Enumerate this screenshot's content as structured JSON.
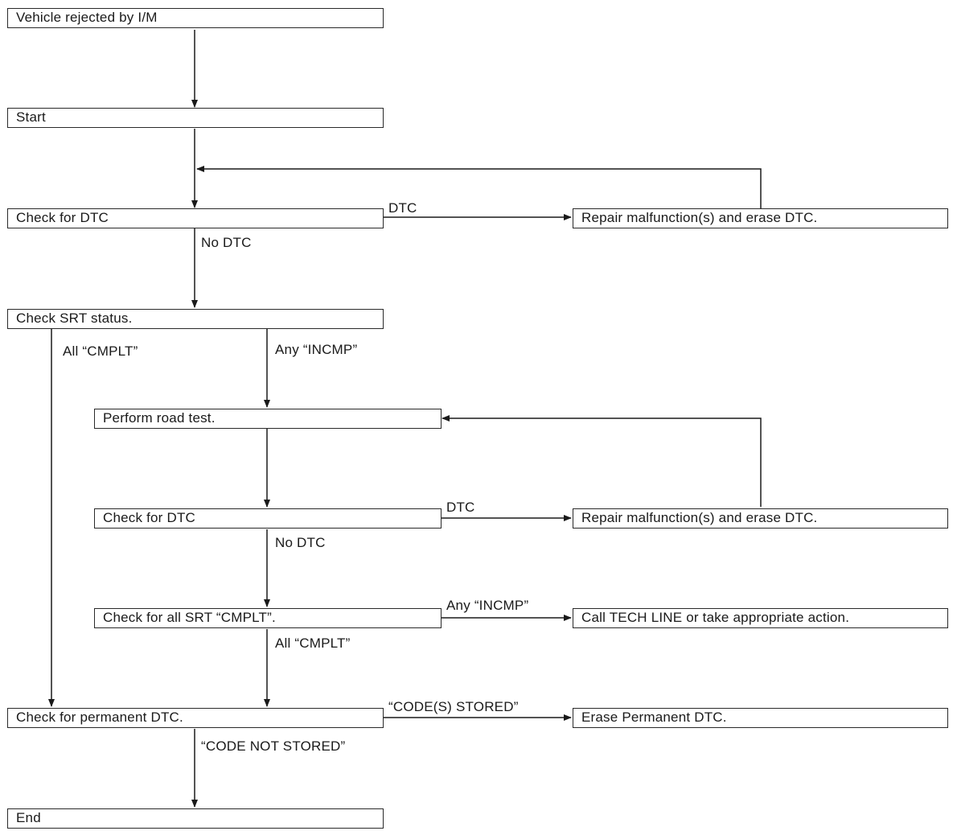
{
  "boxes": {
    "vehicle_rejected": "Vehicle rejected by I/M",
    "start": "Start",
    "check_dtc_1": "Check for DTC",
    "repair_1": "Repair malfunction(s) and erase DTC.",
    "check_srt": "Check SRT status.",
    "road_test": "Perform road test.",
    "check_dtc_2": "Check for DTC",
    "repair_2": "Repair malfunction(s) and erase DTC.",
    "check_all_srt": "Check for all SRT “CMPLT”.",
    "call_tech": "Call TECH LINE or take appropriate action.",
    "check_permanent": "Check for permanent DTC.",
    "erase_permanent": "Erase Permanent DTC.",
    "end": "End"
  },
  "labels": {
    "dtc_1": "DTC",
    "no_dtc_1": "No DTC",
    "all_cmplt_1": "All “CMPLT”",
    "any_incmp_1": "Any “INCMP”",
    "dtc_2": "DTC",
    "no_dtc_2": "No DTC",
    "any_incmp_2": "Any “INCMP”",
    "all_cmplt_2": "All “CMPLT”",
    "codes_stored": "“CODE(S) STORED”",
    "code_not_stored": "“CODE NOT STORED”"
  }
}
